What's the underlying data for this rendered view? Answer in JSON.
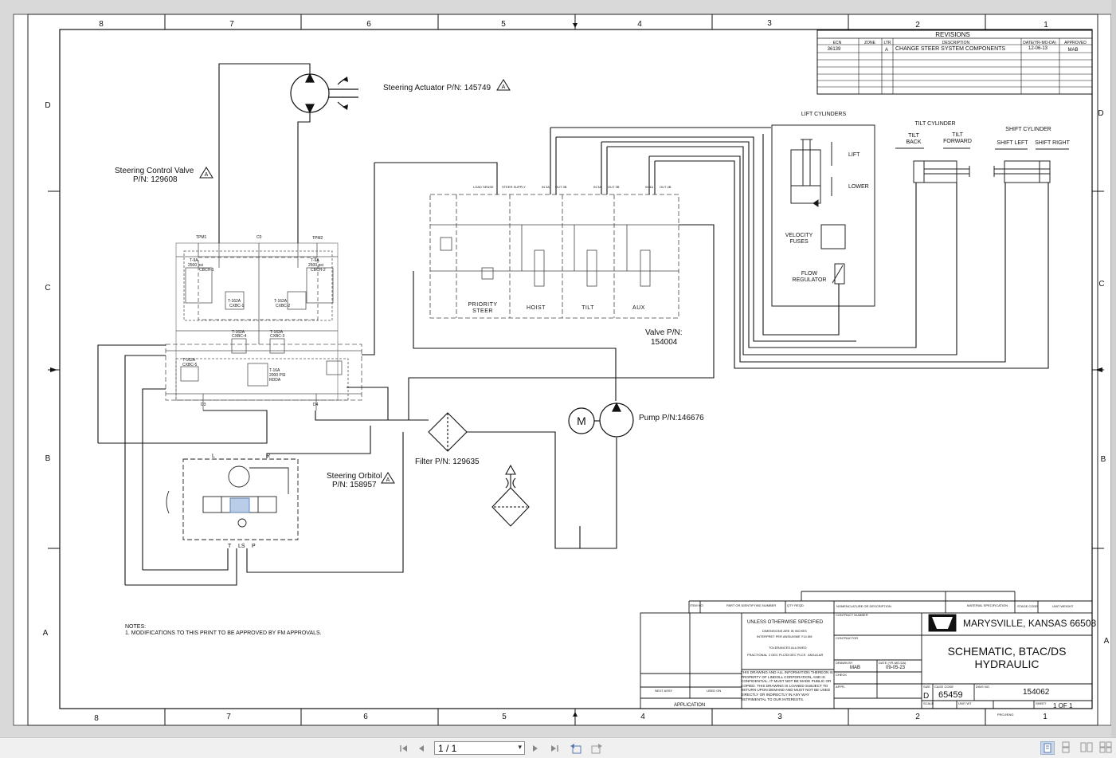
{
  "border": {
    "zones_top": [
      "8",
      "7",
      "6",
      "5",
      "4",
      "3",
      "2",
      "1"
    ],
    "zones_bottom": [
      "8",
      "7",
      "6",
      "5",
      "4",
      "3",
      "2",
      "1"
    ],
    "rows_left": [
      "D",
      "C",
      "B",
      "A"
    ],
    "rows_right": [
      "D",
      "C",
      "B",
      "A"
    ]
  },
  "revisions": {
    "title": "REVISIONS",
    "headers": [
      "ECN",
      "ZONE",
      "LTR",
      "DESCRIPTION",
      "DATE(YR-MO-DA)",
      "APPROVED"
    ],
    "row": [
      "36139",
      "",
      "A",
      "CHANGE STEER SYSTEM COMPONENTS",
      "12-06-13",
      "MAB"
    ]
  },
  "components": {
    "actuator": "Steering Actuator P/N: 145749",
    "control_valve_l1": "Steering Control Valve",
    "control_valve_l2": "P/N: 129608",
    "valve_l1": "Valve P/N:",
    "valve_l2": "154004",
    "pump": "Pump P/N:146676",
    "motor": "M",
    "filter": "Filter P/N: 129635",
    "orbitol_l1": "Steering Orbitol",
    "orbitol_l2": "P/N: 158957",
    "rev_letter": "A"
  },
  "cylinders": {
    "lift_title": "LIFT CYLINDERS",
    "lift": "LIFT",
    "lower": "LOWER",
    "velocity_fuses_l1": "VELOCITY",
    "velocity_fuses_l2": "FUSES",
    "flow_regulator_l1": "FLOW",
    "flow_regulator_l2": "REGULATOR",
    "tilt_title": "TILT CYLINDER",
    "tilt_back_l1": "TILT",
    "tilt_back_l2": "BACK",
    "tilt_forward_l1": "TILT",
    "tilt_forward_l2": "FORWARD",
    "shift_title": "SHIFT CYLINDER",
    "shift_left": "SHIFT LEFT",
    "shift_right": "SHIFT RIGHT"
  },
  "valve_sections": [
    "PRIORITY",
    "STEER",
    "HOIST",
    "TILT",
    "AUX"
  ],
  "port_labels": {
    "load_sense": "LOAD SENSE",
    "steer_supply": "STEER SUPPLY",
    "in_a": "IN 3A",
    "out_b": "OUT 3B",
    "in_a2": "IN 3A",
    "out_b2": "OUT 3B",
    "in_a3": "IN 4A",
    "out_b3": "OUT 4B"
  },
  "cv_labels": {
    "tpm1": "TPM1",
    "tpm2": "TPM2",
    "c0": "C0",
    "t9a_l": "T-9A",
    "psi_l": "2500 psi",
    "cbch1": "CBCH-1",
    "t9a_r": "T-9A",
    "psi_r": "2500 psi",
    "cbch2": "CBCH-2",
    "t162a_1": "T-162A",
    "cxbc1": "CXBC-1",
    "t162a_2": "T-162A",
    "cxbc2": "CXBC-2",
    "t162a_3": "T-162A",
    "cxbc4": "CXBC-4",
    "t162a_4": "T-162A",
    "cxbc3": "CXBC-3",
    "t162a_5": "T-162A",
    "cxbc5": "CXBC-5",
    "t16a": "T-16A",
    "psi_c": "2000 PSI",
    "rdda": "RDDA",
    "d3": "D3",
    "d4": "D4"
  },
  "orbitol_ports": {
    "l": "L",
    "r": "R",
    "t": "T",
    "ls": "LS",
    "p": "P"
  },
  "notes": {
    "title": "NOTES:",
    "line1": "1. MODIFICATIONS TO THIS PRINT TO BE APPROVED BY FM APPROVALS."
  },
  "title_block": {
    "unless": "UNLESS OTHERWISE SPECIFIED",
    "dims": "DIMENSIONS ARE IN INCHES",
    "interpret": "INTERPRET PER ANSI/ASME Y14.5M",
    "tolerances": "TOLERANCES ALLOWED",
    "fractional": "FRACTIONAL",
    "two_dec": "2 DEC PLCS",
    "three_dec": "3 DEC PLCS",
    "angular": "ANGULAR",
    "confidential": "THIS DRAWING AND ALL INFORMATION THEREON IS PROPERTY OF LINDOLL CORPORATION, AND IS CONFIDENTIAL. IT MUST NOT BE MADE PUBLIC OR COPIED. THIS DRAWING IS LOANED SUBJECT TO RETURN UPON DEMAND AND MUST NOT BE USED DIRECTLY OR INDIRECTLY IN ANY WAY DETRIMENTAL TO OUR INTERESTS.",
    "item_no": "ITEM NO",
    "part_no": "PART OR IDENTIFYING NUMBER",
    "qty": "QTY REQD",
    "nomenclature": "NOMENCLATURE OR DESCRIPTION",
    "material": "MATERIAL SPECIFICATION",
    "stage_code": "STAGE CODE",
    "unit_weight": "UNIT WEIGHT",
    "contract_no": "CONTRACT NUMBER",
    "contractor": "CONTRACTOR",
    "drawn_by": "DRAWN BY",
    "drawn_val": "MAB",
    "date_label": "DATE (YR-MO-DA)",
    "date_val": "09-05-23",
    "check": "CHECK",
    "appr": "APPR.",
    "next_assy": "NEXT ASSY",
    "used_on": "USED ON",
    "application": "APPLICATION",
    "company": "MARYSVILLE, KANSAS   66508",
    "title_l1": "SCHEMATIC, BTAC/DS",
    "title_l2": "HYDRAULIC",
    "size_label": "SIZE",
    "size": "D",
    "cage_label": "CAGE CODE",
    "cage": "65459",
    "dwg_label": "DWG NO",
    "dwg_no": "154062",
    "scale_label": "SCALE",
    "unit_wt": "UNIT WT",
    "sheet_label": "SHEET",
    "sheet": "1 OF 1",
    "proj": "PROJ/ENG"
  },
  "viewer": {
    "page_value": "1 / 1"
  }
}
